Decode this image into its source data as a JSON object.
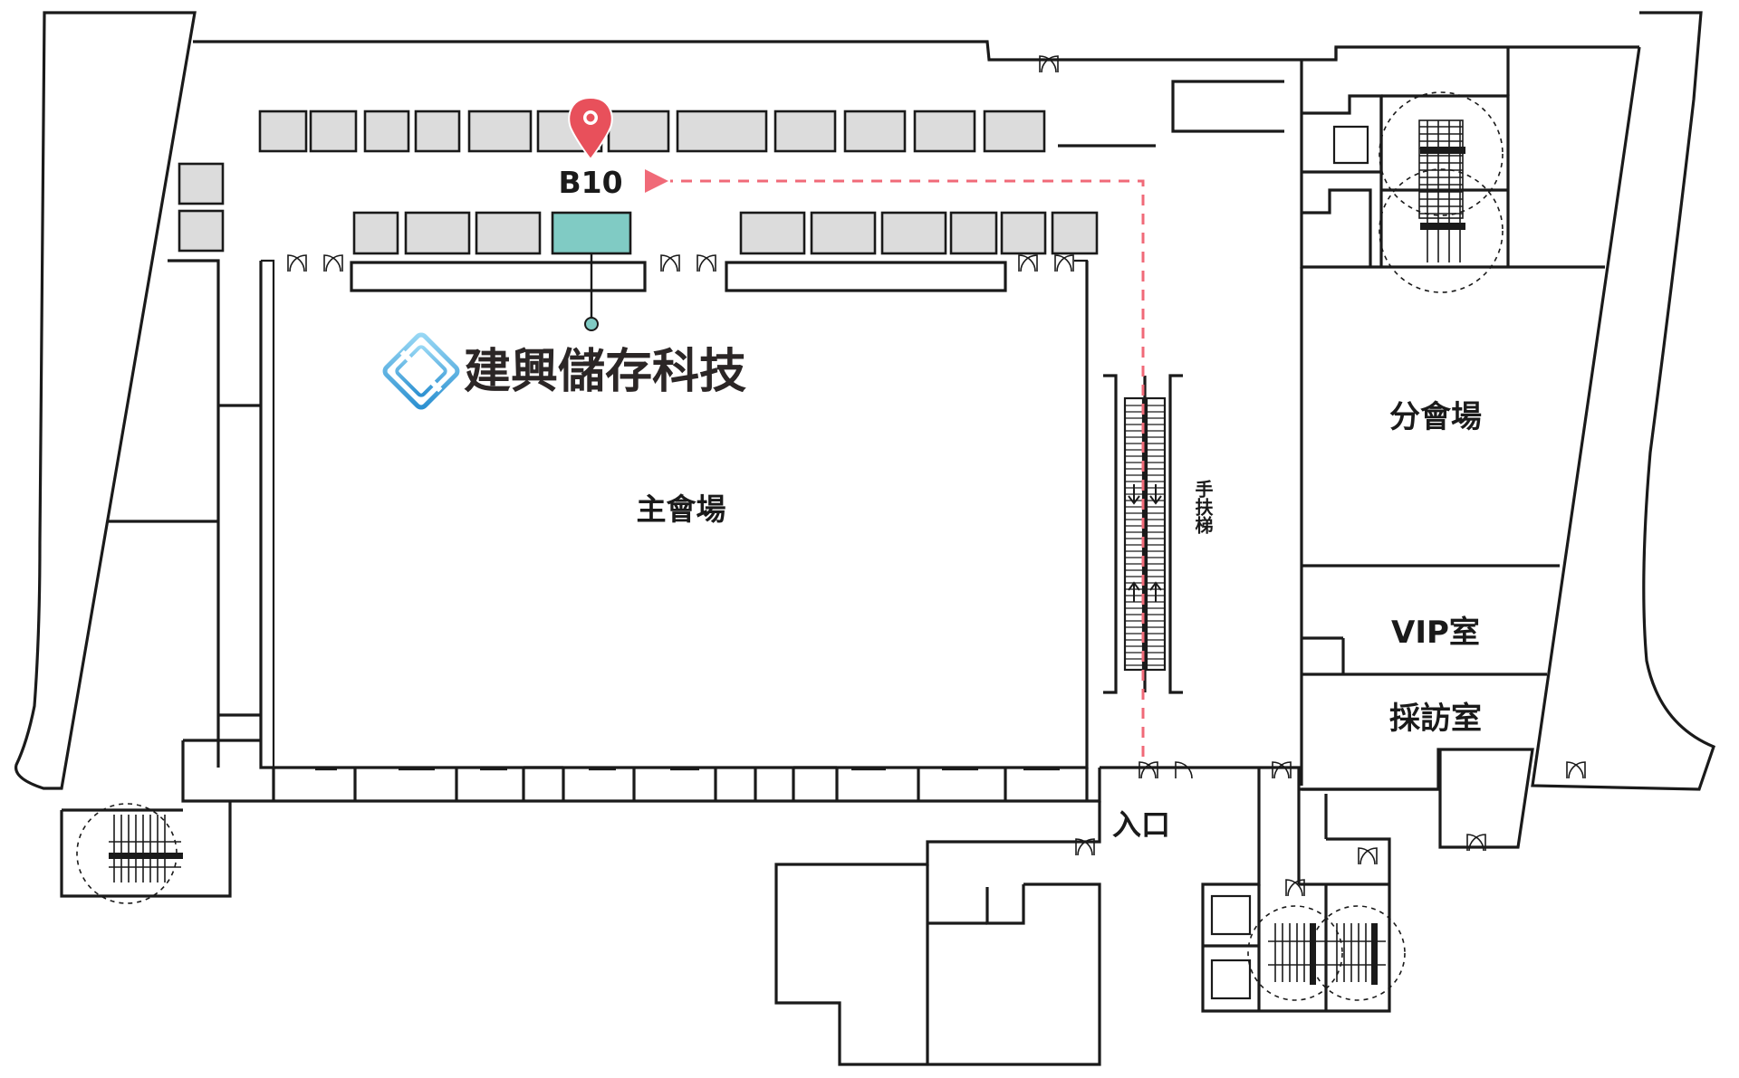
{
  "map": {
    "booth_code": "B10",
    "company_name": "建興儲存科技",
    "rooms": {
      "main_hall": "主會場",
      "sub_hall": "分會場",
      "vip_room": "VIP室",
      "interview_room": "採訪室",
      "entrance": "入口",
      "escalator": "手扶梯"
    },
    "colors": {
      "highlight_booth": "#80cbc4",
      "route": "#f06a78",
      "pin": "#e8505b",
      "booth": "#dcdcdc",
      "logo": "#4aaee0"
    },
    "icons": [
      "location-pin-icon",
      "route-arrow-icon",
      "company-logo-icon",
      "escalator-arrow-icon"
    ]
  }
}
